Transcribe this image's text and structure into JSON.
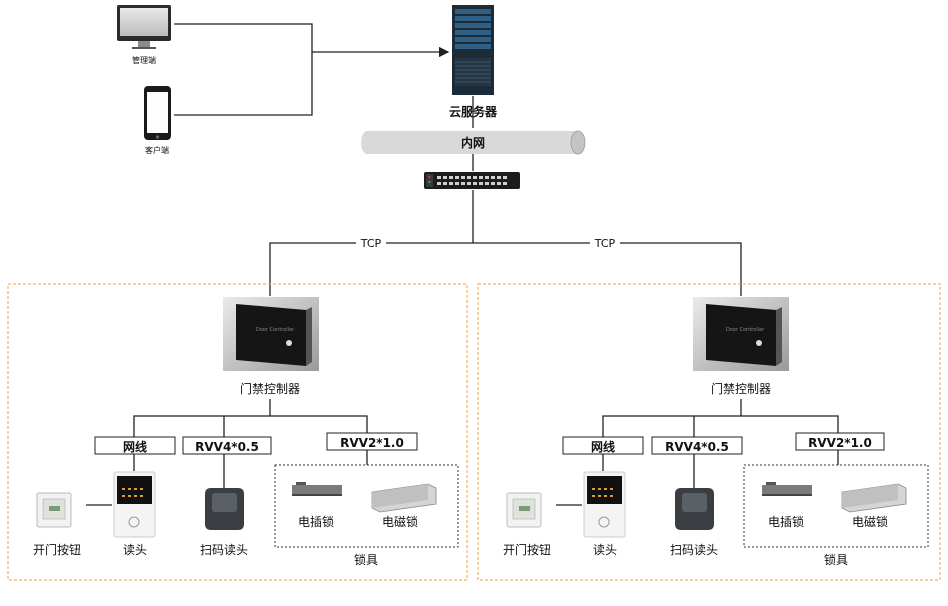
{
  "top": {
    "admin_label": "管理端",
    "client_label": "客户端",
    "server_label": "云服务器",
    "intranet_label": "内网",
    "tcp_left": "TCP",
    "tcp_right": "TCP"
  },
  "left": {
    "controller_label": "门禁控制器",
    "cable_network": "网线",
    "cable_rvv4": "RVV4*0.5",
    "cable_rvv2": "RVV2*1.0",
    "exit_button": "开门按钮",
    "reader": "读头",
    "qr_reader": "扫码读头",
    "bolt_lock": "电插锁",
    "mag_lock": "电磁锁",
    "locks_group": "锁具"
  },
  "right": {
    "controller_label": "门禁控制器",
    "cable_network": "网线",
    "cable_rvv4": "RVV4*0.5",
    "cable_rvv2": "RVV2*1.0",
    "exit_button": "开门按钮",
    "reader": "读头",
    "qr_reader": "扫码读头",
    "bolt_lock": "电插锁",
    "mag_lock": "电磁锁",
    "locks_group": "锁具"
  },
  "colors": {
    "group_border": "#f0a040",
    "line": "#222222",
    "intranet_fill": "#d9d9d9",
    "server_dark": "#1c2b38"
  }
}
